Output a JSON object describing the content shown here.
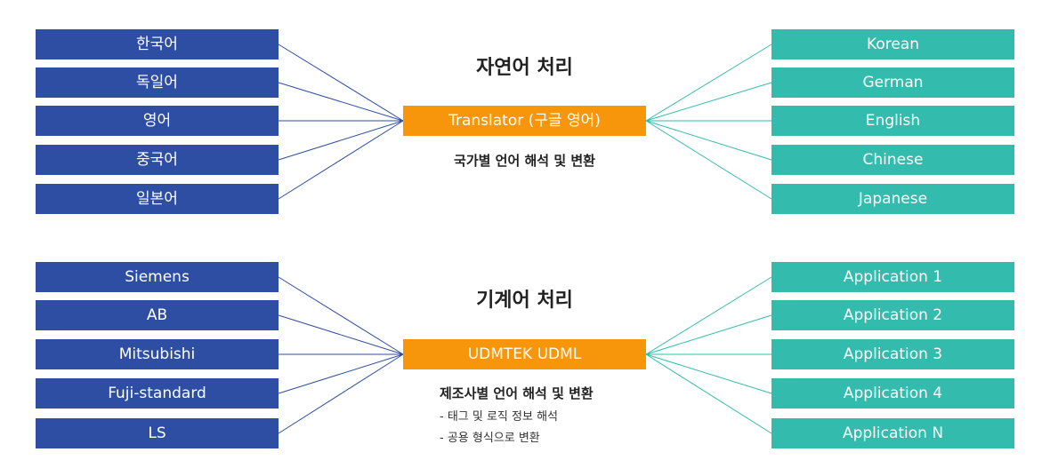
{
  "colors": {
    "left_box": "#2d4ea3",
    "right_box": "#33bcae",
    "hub": "#f7960b",
    "left_line": "#2d4ea3",
    "right_line": "#33bcae"
  },
  "natural_language": {
    "title": "자연어 처리",
    "hub": "Translator (구글 영어)",
    "description": "국가별 언어 해석 및 변환",
    "inputs": [
      "한국어",
      "독일어",
      "영어",
      "중국어",
      "일본어"
    ],
    "outputs": [
      "Korean",
      "German",
      "English",
      "Chinese",
      "Japanese"
    ]
  },
  "machine_language": {
    "title": "기계어 처리",
    "hub": "UDMTEK UDML",
    "description": "제조사별 언어 해석 및 변환",
    "notes": [
      "- 태그 및 로직 정보 해석",
      "- 공용 형식으로 변환"
    ],
    "inputs": [
      "Siemens",
      "AB",
      "Mitsubishi",
      "Fuji-standard",
      "LS"
    ],
    "outputs": [
      "Application 1",
      "Application 2",
      "Application 3",
      "Application 4",
      "Application N"
    ]
  }
}
